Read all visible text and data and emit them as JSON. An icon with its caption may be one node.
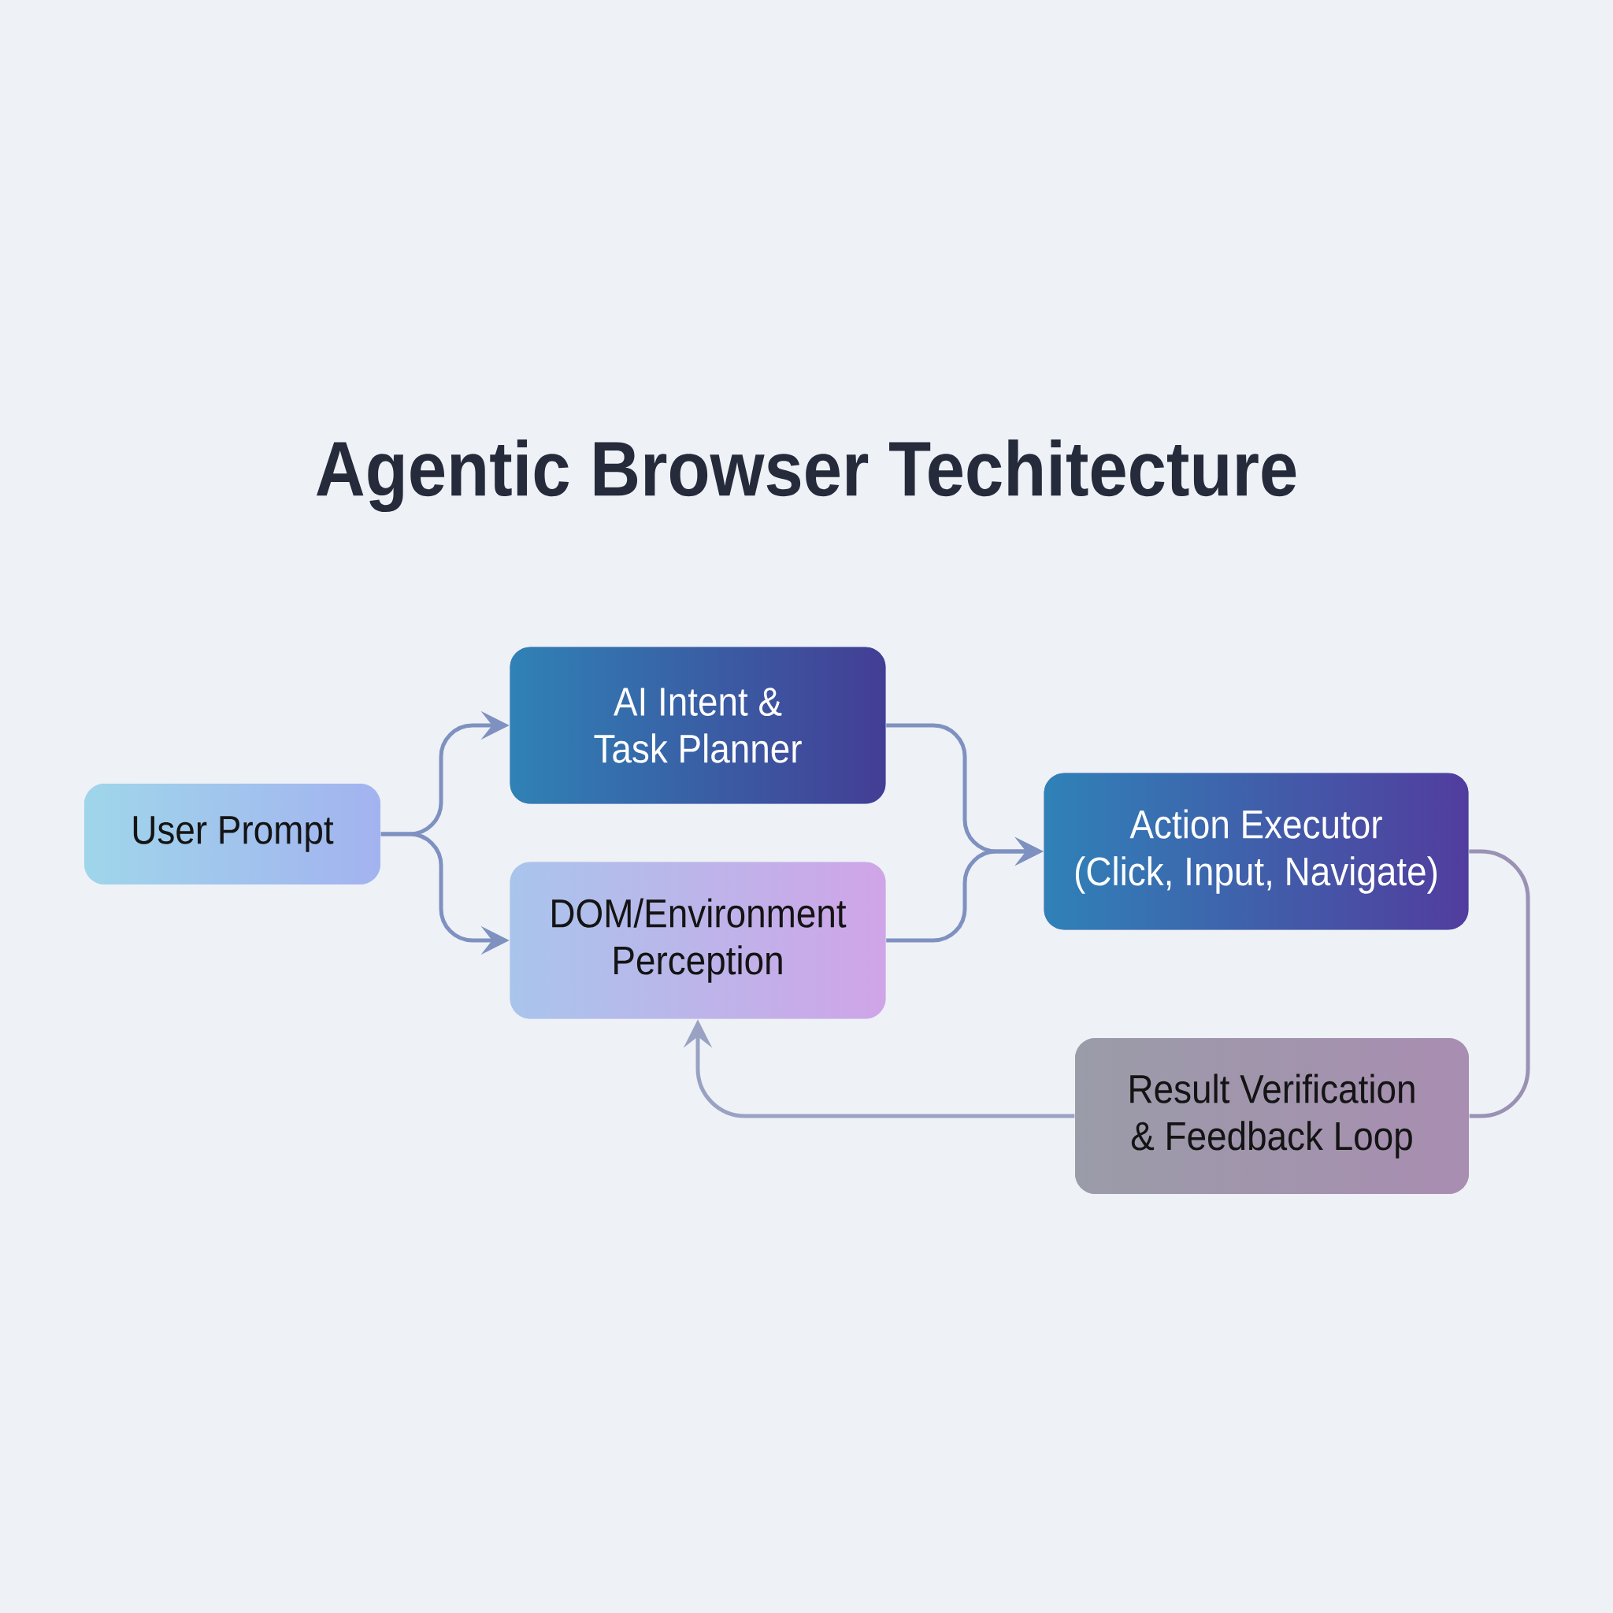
{
  "diagram": {
    "title": "Agentic Browser Techitecture",
    "nodes": [
      {
        "text": [
          "User Prompt"
        ]
      },
      {
        "text": [
          "AI Intent & Task Planner"
        ]
      },
      {
        "text": [
          "DOM/Environment Perception"
        ]
      },
      {
        "text": [
          "Action Executor (Click, Input, Navigate)"
        ]
      },
      {
        "text": [
          "Result Verification & Feedback Loop"
        ]
      }
    ],
    "edges": [
      {
        "from": 0,
        "to": 1,
        "arrow": "to"
      },
      {
        "from": 0,
        "to": 2,
        "arrow": "to"
      },
      {
        "from": 1,
        "to": 3,
        "arrow": "to"
      },
      {
        "from": 2,
        "to": 3,
        "arrow": "to"
      },
      {
        "from": 3,
        "to": 4,
        "arrow": "none",
        "color": "#9a91b4"
      },
      {
        "from": 4,
        "to": 2,
        "arrow": "to",
        "color": "#9aa2c3"
      }
    ]
  }
}
